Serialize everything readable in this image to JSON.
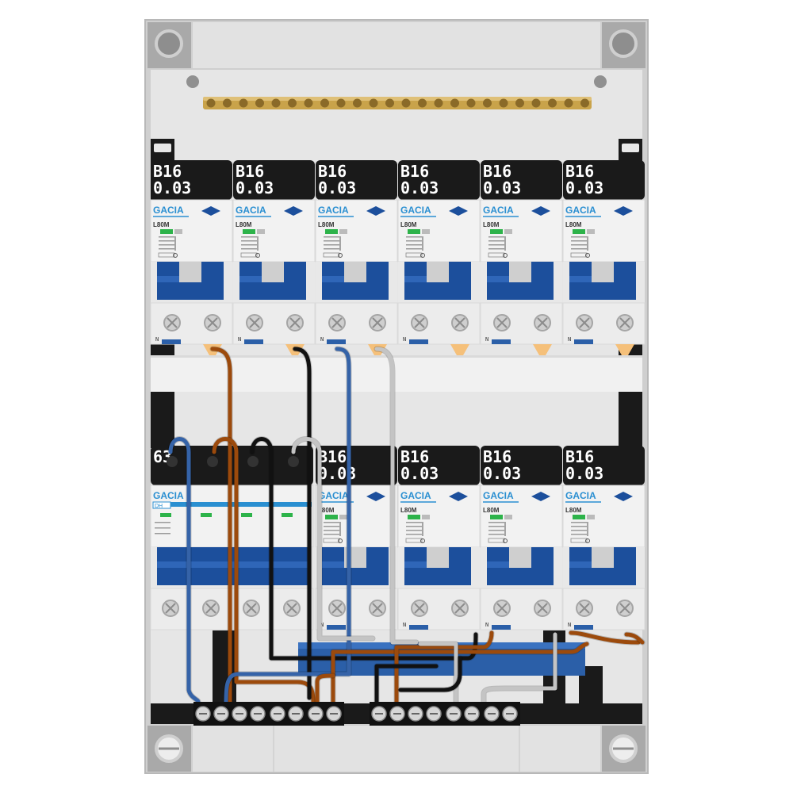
{
  "panel": {
    "colors": {
      "housing": "#d8d8d8",
      "frame": "#c8c8c8",
      "black": "#1a1a1a",
      "blue_handle": "#1c4f9c",
      "brand_blue": "#2a8fd1",
      "busbar": "#c9a34a",
      "wire_brown": "#9c4a0c",
      "wire_blue": "#3563a8",
      "wire_black": "#111111",
      "wire_grey": "#c4c4c4",
      "led_green": "#2db34a"
    }
  },
  "top_row": {
    "devices": [
      {
        "rating": "B16",
        "sensitivity": "0.03",
        "brand": "GACIA",
        "model": "L80M",
        "terminal_mark": "N"
      },
      {
        "rating": "B16",
        "sensitivity": "0.03",
        "brand": "GACIA",
        "model": "L80M",
        "terminal_mark": "N"
      },
      {
        "rating": "B16",
        "sensitivity": "0.03",
        "brand": "GACIA",
        "model": "L80M",
        "terminal_mark": "N"
      },
      {
        "rating": "B16",
        "sensitivity": "0.03",
        "brand": "GACIA",
        "model": "L80M",
        "terminal_mark": "N"
      },
      {
        "rating": "B16",
        "sensitivity": "0.03",
        "brand": "GACIA",
        "model": "L80M",
        "terminal_mark": "N"
      },
      {
        "rating": "B16",
        "sensitivity": "0.03",
        "brand": "GACIA",
        "model": "L80M",
        "terminal_mark": "N"
      }
    ]
  },
  "bottom_row": {
    "main_switch": {
      "rating": "63",
      "brand": "GACIA",
      "model": "DH"
    },
    "devices": [
      {
        "rating": "B16",
        "sensitivity": "0.03",
        "brand": "GACIA",
        "model": "L80M",
        "terminal_mark": "N"
      },
      {
        "rating": "B16",
        "sensitivity": "0.03",
        "brand": "GACIA",
        "model": "L80M",
        "terminal_mark": "N"
      },
      {
        "rating": "B16",
        "sensitivity": "0.03",
        "brand": "GACIA",
        "model": "L80M",
        "terminal_mark": "N"
      },
      {
        "rating": "B16",
        "sensitivity": "0.03",
        "brand": "GACIA",
        "model": "L80M",
        "terminal_mark": "N"
      }
    ]
  }
}
